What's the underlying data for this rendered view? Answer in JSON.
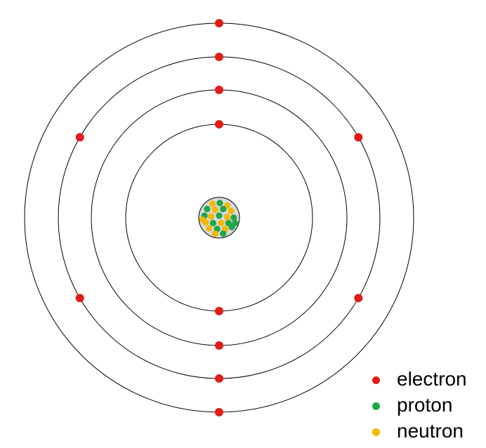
{
  "colors": {
    "electron": "#e31b1b",
    "proton": "#1ea64a",
    "neutron": "#f5b800",
    "orbit": "#000000",
    "nucleus_fill": "#d9d9d9"
  },
  "atom": {
    "shells": [
      {
        "shell": 1,
        "electrons": 2
      },
      {
        "shell": 2,
        "electrons": 2
      },
      {
        "shell": 3,
        "electrons": 6
      },
      {
        "shell": 4,
        "electrons": 2
      }
    ],
    "protons": 12,
    "neutrons": 12
  },
  "legend": {
    "electron_label": "electron",
    "proton_label": "proton",
    "neutron_label": "neutron"
  }
}
